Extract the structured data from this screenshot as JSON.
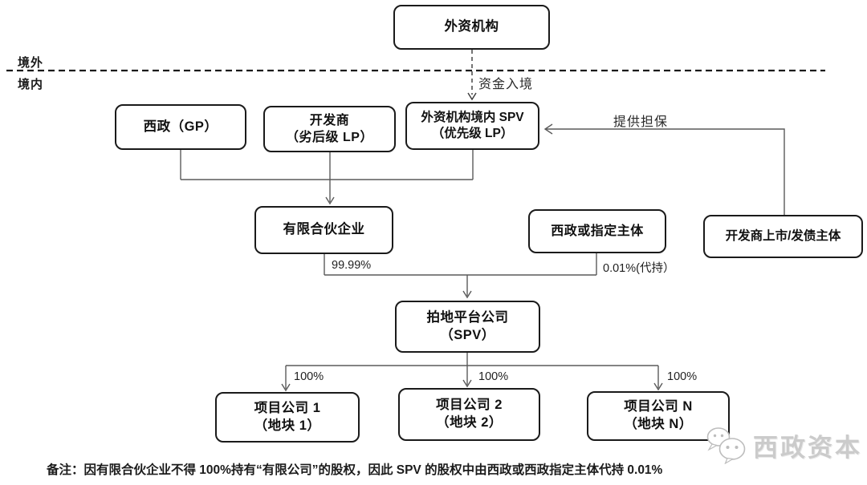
{
  "colors": {
    "box_border": "#1a1a1a",
    "connector": "#5a5a5a",
    "dashed_border": "#1a1a1a",
    "text": "#111111",
    "watermark": "#cbcbcb"
  },
  "regions": {
    "offshore_label": "境外",
    "onshore_label": "境内"
  },
  "nodes": {
    "foreign_institution": {
      "label": "外资机构"
    },
    "xizheng_gp": {
      "label": "西政（GP）"
    },
    "developer_lp": {
      "line1": "开发商",
      "line2": "（劣后级 LP）"
    },
    "onshore_spv": {
      "line1": "外资机构境内 SPV",
      "line2": "（优先级 LP）"
    },
    "limited_partnership": {
      "label": "有限合伙企业"
    },
    "xizheng_or_designated": {
      "label": "西政或指定主体"
    },
    "developer_listed": {
      "label": "开发商上市/发债主体"
    },
    "land_platform": {
      "line1": "拍地平台公司",
      "line2": "（SPV）"
    },
    "project_1": {
      "line1": "项目公司 1",
      "line2": "（地块 1）"
    },
    "project_2": {
      "line1": "项目公司 2",
      "line2": "（地块 2）"
    },
    "project_n": {
      "line1": "项目公司 N",
      "line2": "（地块 N）"
    }
  },
  "edge_labels": {
    "capital_entry": "资金入境",
    "guarantee": "提供担保",
    "partnership_share": "99.99%",
    "nominee_share": "0.01%(代持）",
    "project_1_share": "100%",
    "project_2_share": "100%",
    "project_n_share": "100%"
  },
  "note": "备注：因有限合伙企业不得 100%持有“有限公司”的股权，因此 SPV 的股权中由西政或西政指定主体代持 0.01%",
  "watermark": {
    "brand": "西政资本",
    "icon": "wechat-icon"
  }
}
